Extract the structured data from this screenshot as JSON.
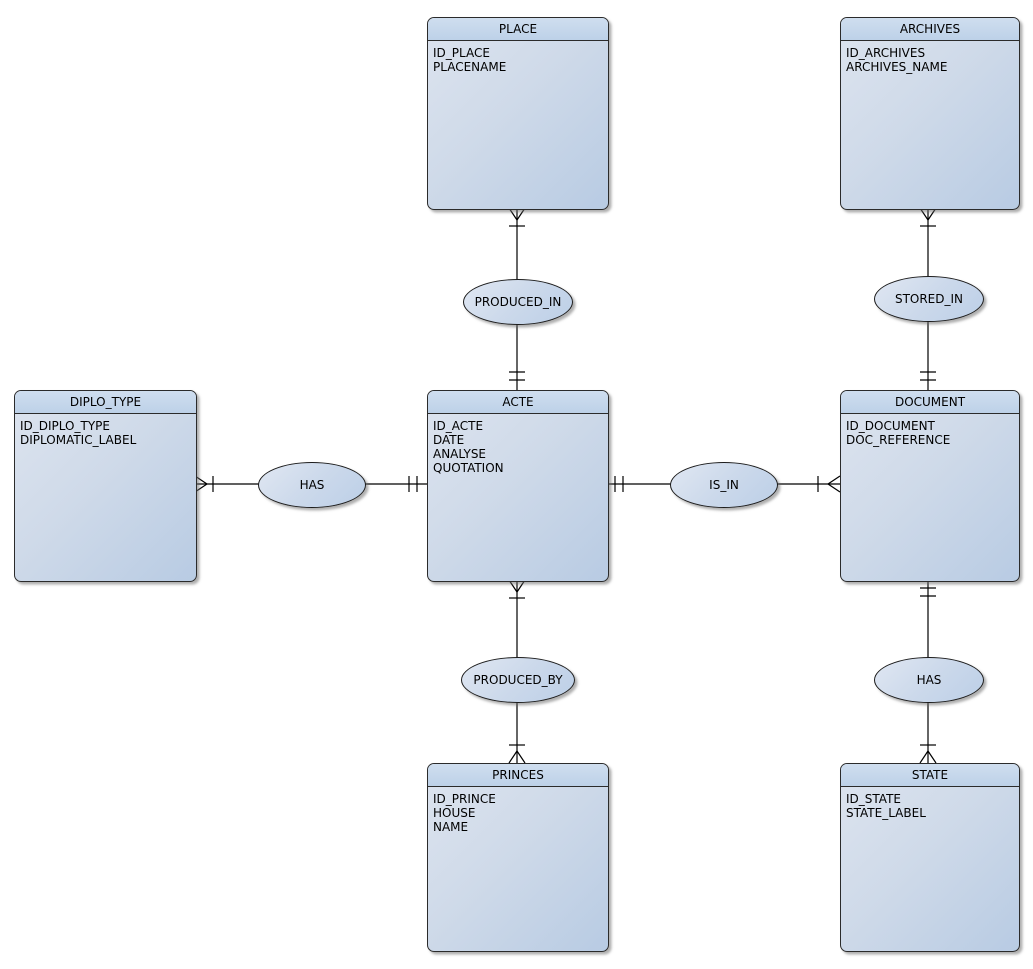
{
  "diagram": {
    "type": "entity-relationship",
    "notation": "crow-foot",
    "colors": {
      "background": "#ffffff",
      "entity_header": "#c5d8ec",
      "entity_body_light": "#dde4ef",
      "entity_body_dark": "#b8cbe3",
      "border": "#2b2b2b",
      "connector_line": "#000000"
    }
  },
  "entities": [
    {
      "name": "PLACE",
      "attributes": [
        "ID_PLACE",
        "PLACENAME"
      ]
    },
    {
      "name": "ARCHIVES",
      "attributes": [
        "ID_ARCHIVES",
        "ARCHIVES_NAME"
      ]
    },
    {
      "name": "DIPLO_TYPE",
      "attributes": [
        "ID_DIPLO_TYPE",
        "DIPLOMATIC_LABEL"
      ]
    },
    {
      "name": "ACTE",
      "attributes": [
        "ID_ACTE",
        "DATE",
        "ANALYSE",
        "QUOTATION"
      ]
    },
    {
      "name": "DOCUMENT",
      "attributes": [
        "ID_DOCUMENT",
        "DOC_REFERENCE"
      ]
    },
    {
      "name": "PRINCES",
      "attributes": [
        "ID_PRINCE",
        "HOUSE",
        "NAME"
      ]
    },
    {
      "name": "STATE",
      "attributes": [
        "ID_STATE",
        "STATE_LABEL"
      ]
    }
  ],
  "relationships": [
    {
      "label": "PRODUCED_IN",
      "from": "PLACE",
      "to": "ACTE",
      "from_cardinality": "one-or-many",
      "to_cardinality": "exactly-one"
    },
    {
      "label": "STORED_IN",
      "from": "ARCHIVES",
      "to": "DOCUMENT",
      "from_cardinality": "one-or-many",
      "to_cardinality": "exactly-one"
    },
    {
      "label": "HAS",
      "from": "DIPLO_TYPE",
      "to": "ACTE",
      "from_cardinality": "one-or-many",
      "to_cardinality": "exactly-one"
    },
    {
      "label": "IS_IN",
      "from": "ACTE",
      "to": "DOCUMENT",
      "from_cardinality": "exactly-one",
      "to_cardinality": "one-or-many"
    },
    {
      "label": "PRODUCED_BY",
      "from": "ACTE",
      "to": "PRINCES",
      "from_cardinality": "one-or-many",
      "to_cardinality": "one-or-many"
    },
    {
      "label": "HAS",
      "from": "DOCUMENT",
      "to": "STATE",
      "from_cardinality": "exactly-one",
      "to_cardinality": "one-or-many"
    }
  ]
}
